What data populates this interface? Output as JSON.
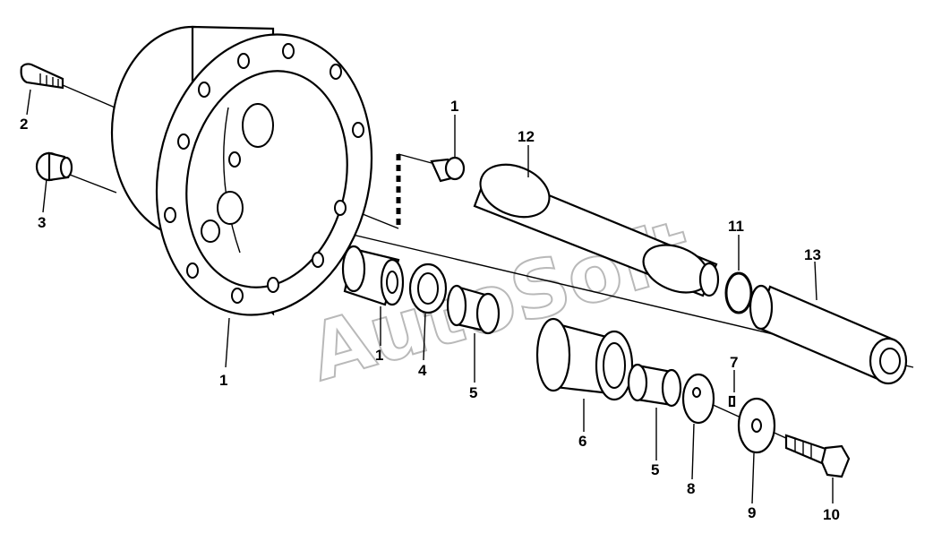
{
  "watermark": "AutoSoft",
  "callouts": [
    {
      "id": "c1a",
      "text": "1"
    },
    {
      "id": "c1b",
      "text": "1"
    },
    {
      "id": "c1c",
      "text": "1"
    },
    {
      "id": "c2",
      "text": "2"
    },
    {
      "id": "c3",
      "text": "3"
    },
    {
      "id": "c4",
      "text": "4"
    },
    {
      "id": "c5a",
      "text": "5"
    },
    {
      "id": "c5b",
      "text": "5"
    },
    {
      "id": "c6",
      "text": "6"
    },
    {
      "id": "c7",
      "text": "7"
    },
    {
      "id": "c8",
      "text": "8"
    },
    {
      "id": "c9",
      "text": "9"
    },
    {
      "id": "c10",
      "text": "10"
    },
    {
      "id": "c11",
      "text": "11"
    },
    {
      "id": "c12",
      "text": "12"
    },
    {
      "id": "c13",
      "text": "13"
    }
  ],
  "colors": {
    "line": "#000000",
    "background": "#ffffff",
    "watermark": "#b9b9b9"
  }
}
